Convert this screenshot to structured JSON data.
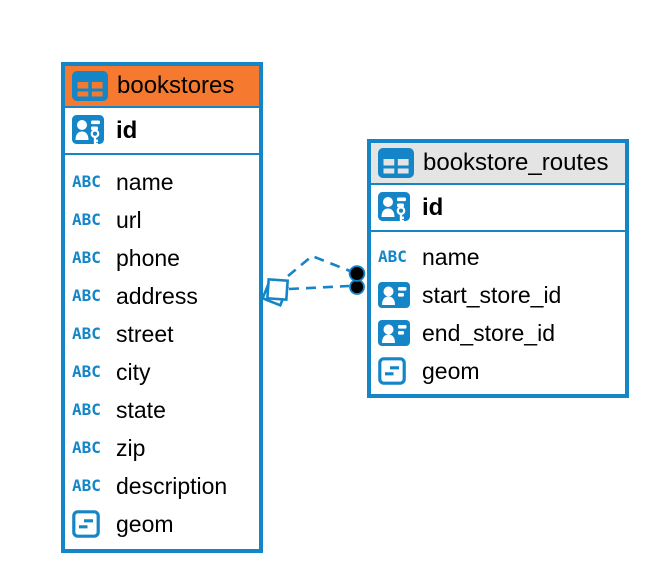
{
  "colors": {
    "accent": "#1486c8",
    "header_orange": "#f5792f",
    "header_gray": "#e4e4e4",
    "text": "#000000",
    "background": "#ffffff",
    "endpoint_dot": "#000000"
  },
  "icons": {
    "text_type_glyph": "ABC"
  },
  "tables": [
    {
      "name": "bookstores",
      "header_color": "#f5792f",
      "primary_key": {
        "name": "id",
        "type": "primary-key"
      },
      "columns": [
        {
          "name": "name",
          "type": "text"
        },
        {
          "name": "url",
          "type": "text"
        },
        {
          "name": "phone",
          "type": "text"
        },
        {
          "name": "address",
          "type": "text"
        },
        {
          "name": "street",
          "type": "text"
        },
        {
          "name": "city",
          "type": "text"
        },
        {
          "name": "state",
          "type": "text"
        },
        {
          "name": "zip",
          "type": "text"
        },
        {
          "name": "description",
          "type": "text"
        },
        {
          "name": "geom",
          "type": "geometry"
        }
      ]
    },
    {
      "name": "bookstore_routes",
      "header_color": "#e4e4e4",
      "primary_key": {
        "name": "id",
        "type": "primary-key"
      },
      "columns": [
        {
          "name": "name",
          "type": "text"
        },
        {
          "name": "start_store_id",
          "type": "reference"
        },
        {
          "name": "end_store_id",
          "type": "reference"
        },
        {
          "name": "geom",
          "type": "geometry"
        }
      ]
    }
  ],
  "relationships": [
    {
      "between": [
        "bookstores",
        "bookstore_routes"
      ],
      "lines": 2,
      "style": "dashed"
    }
  ]
}
